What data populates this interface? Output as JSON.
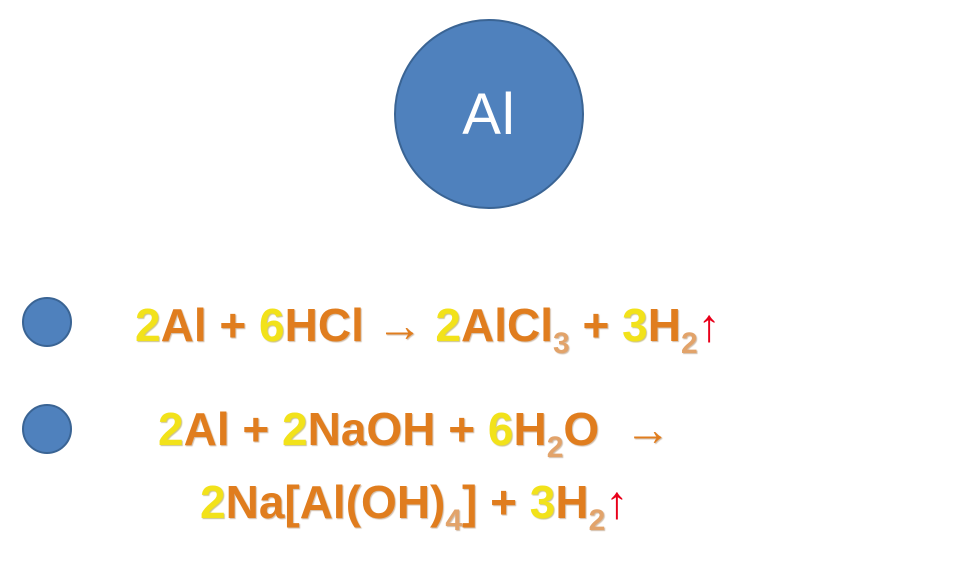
{
  "element": {
    "symbol": "Al"
  },
  "equation1": {
    "c1": "2",
    "t1": "Al + ",
    "c2": "6",
    "t2": "HCl → ",
    "c3": "2",
    "t3": "AlCl",
    "s1": "3",
    "t4": " + ",
    "c4": "3",
    "t5": "H",
    "s2": "2",
    "arrow": "↑"
  },
  "equation2": {
    "line1": {
      "c1": "2",
      "t1": "Al + ",
      "c2": "2",
      "t2": "NaOH + ",
      "c3": "6",
      "t3": "H",
      "s1": "2",
      "t4": "O  →"
    },
    "line2": {
      "c1": "2",
      "t1": "Na[Al(OH)",
      "s1": "4",
      "t2": "] + ",
      "c2": "3",
      "t3": "H",
      "s2": "2",
      "arrow": "↑"
    }
  },
  "colors": {
    "circle": "#4f81bd",
    "coefficient": "#f2e21a",
    "formula": "#e07d1e",
    "gas_arrow": "#e8001a"
  }
}
